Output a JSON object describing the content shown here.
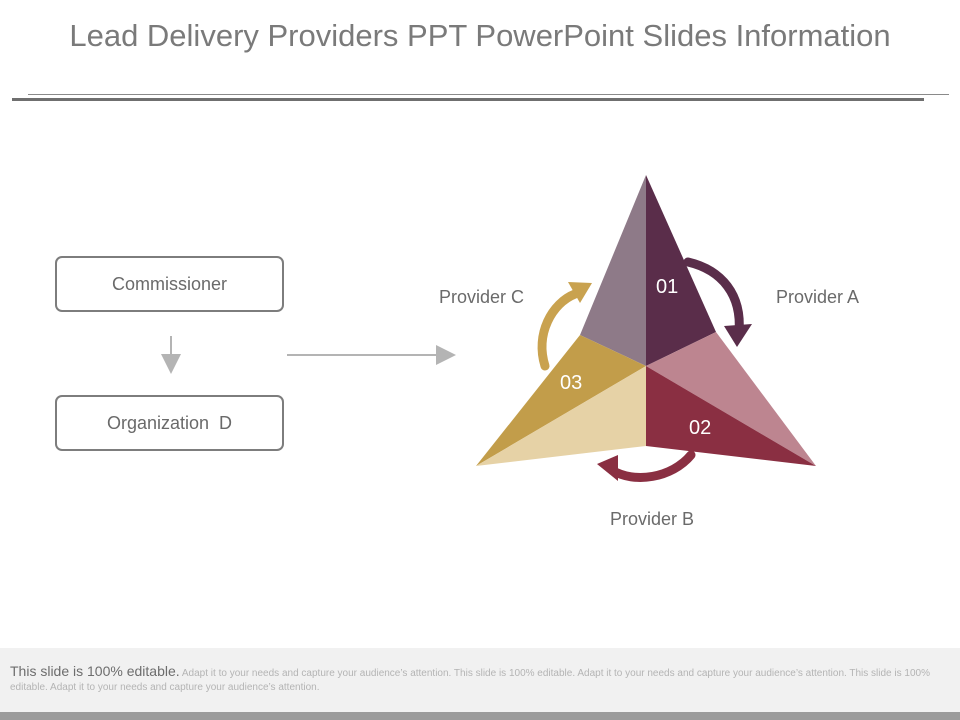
{
  "slide": {
    "title": "Lead Delivery Providers PPT PowerPoint Slides Information"
  },
  "left_boxes": {
    "top": "Commissioner",
    "bottom": "Organization  D"
  },
  "diagram": {
    "segments": [
      {
        "number": "01",
        "provider": "Provider A",
        "color_dark": "#5a2d4a",
        "color_light": "#8e7a88"
      },
      {
        "number": "02",
        "provider": "Provider B",
        "color_dark": "#8a2f42",
        "color_light": "#bd8590"
      },
      {
        "number": "03",
        "provider": "Provider C",
        "color_dark": "#c29d4a",
        "color_light": "#e6d2a6"
      }
    ],
    "arrow_colors": {
      "a": "#5a2d4a",
      "b": "#8a2f42",
      "c": "#c9a24f"
    }
  },
  "footer": {
    "lead": "This slide is 100% editable.",
    "body": "Adapt it to your needs and capture your audience’s attention. This slide is 100% editable. Adapt it to your needs and capture your audience’s attention. This slide is 100% editable. Adapt it to your needs and capture your audience’s attention."
  }
}
